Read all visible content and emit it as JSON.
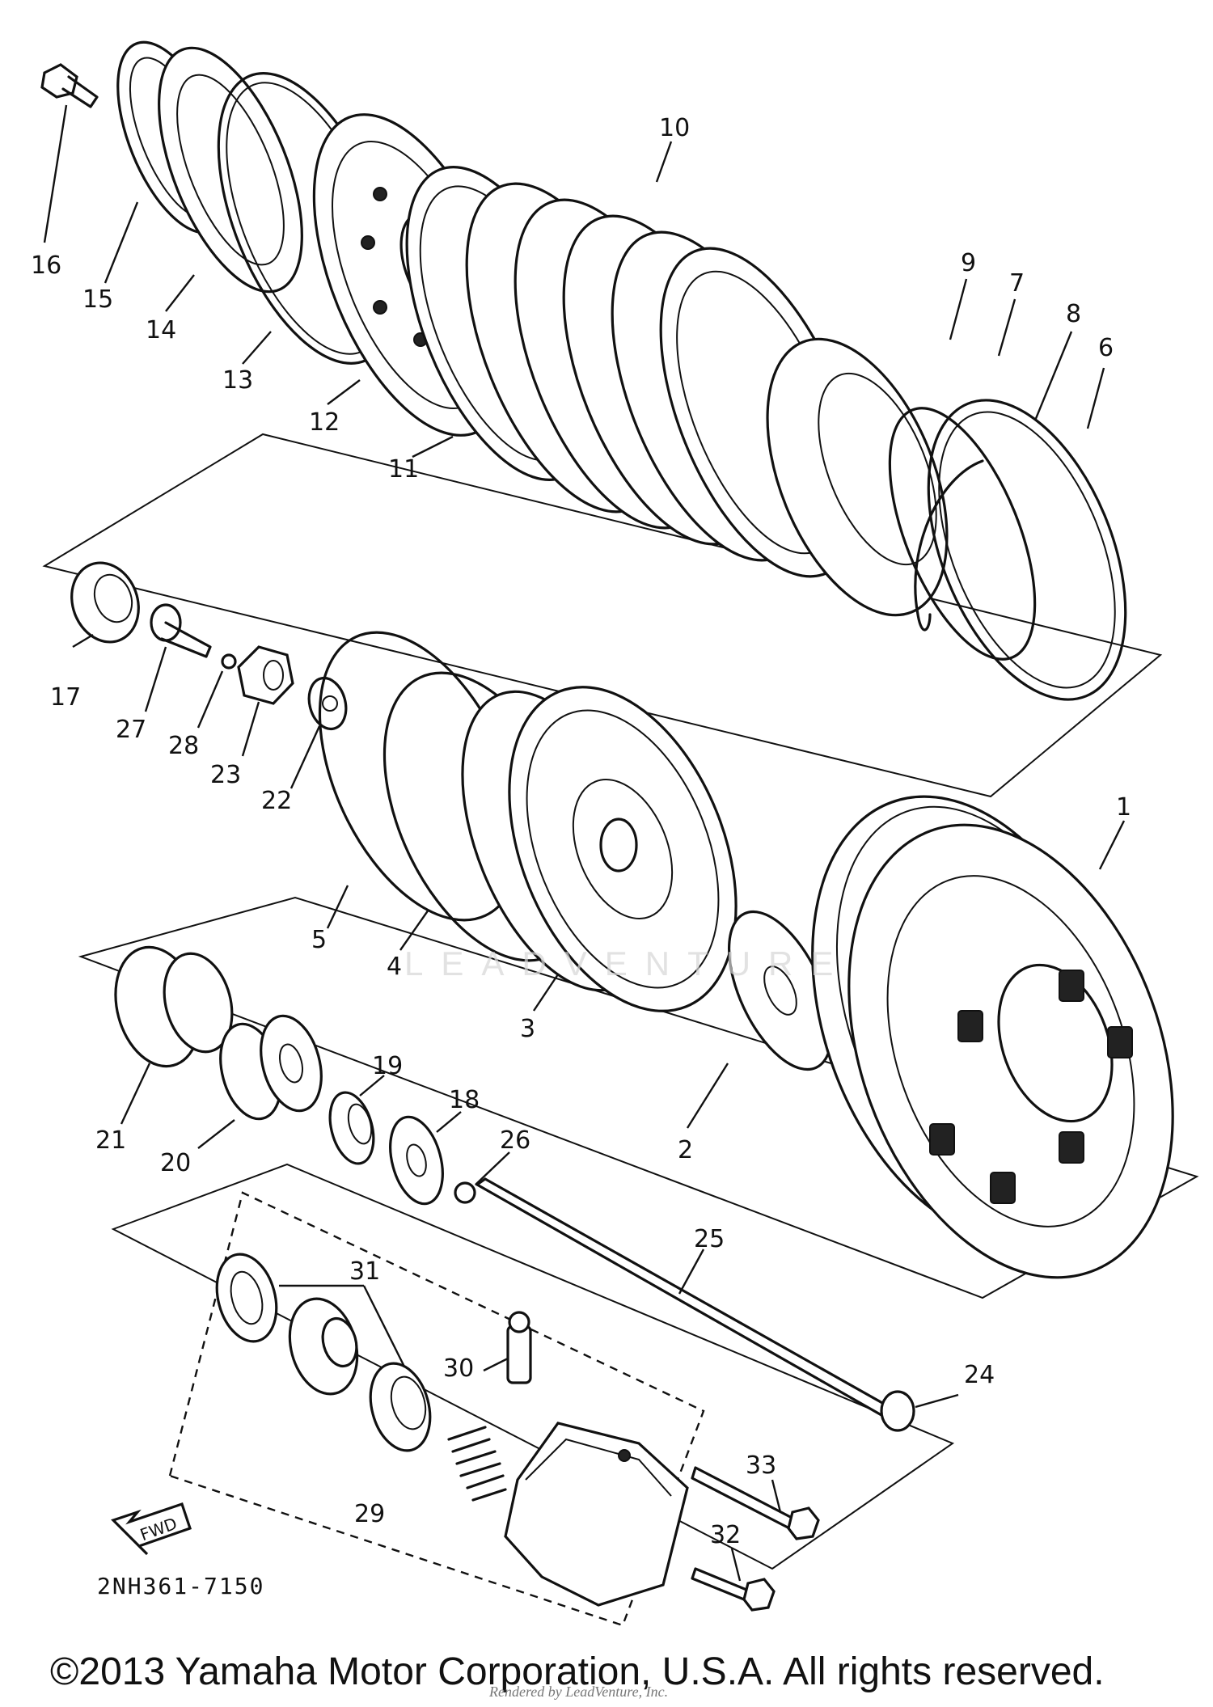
{
  "diagram": {
    "part_labels": {
      "p1": "1",
      "p2": "2",
      "p3": "3",
      "p4": "4",
      "p5": "5",
      "p6": "6",
      "p7": "7",
      "p8": "8",
      "p9": "9",
      "p10": "10",
      "p11": "11",
      "p12": "12",
      "p13": "13",
      "p14": "14",
      "p15": "15",
      "p16": "16",
      "p17": "17",
      "p18": "18",
      "p19": "19",
      "p20": "20",
      "p21": "21",
      "p22": "22",
      "p23": "23",
      "p24": "24",
      "p25": "25",
      "p26": "26",
      "p27": "27",
      "p28": "28",
      "p29": "29",
      "p30": "30",
      "p31": "31",
      "p32": "32",
      "p33": "33"
    },
    "fwd_label": "FWD",
    "doc_code": "2NH361-7150",
    "watermark": "LEADVENTURE",
    "copyright": "©2013 Yamaha Motor Corporation, U.S.A. All rights reserved.",
    "footer_small": "Rendered by LeadVenture, Inc."
  }
}
